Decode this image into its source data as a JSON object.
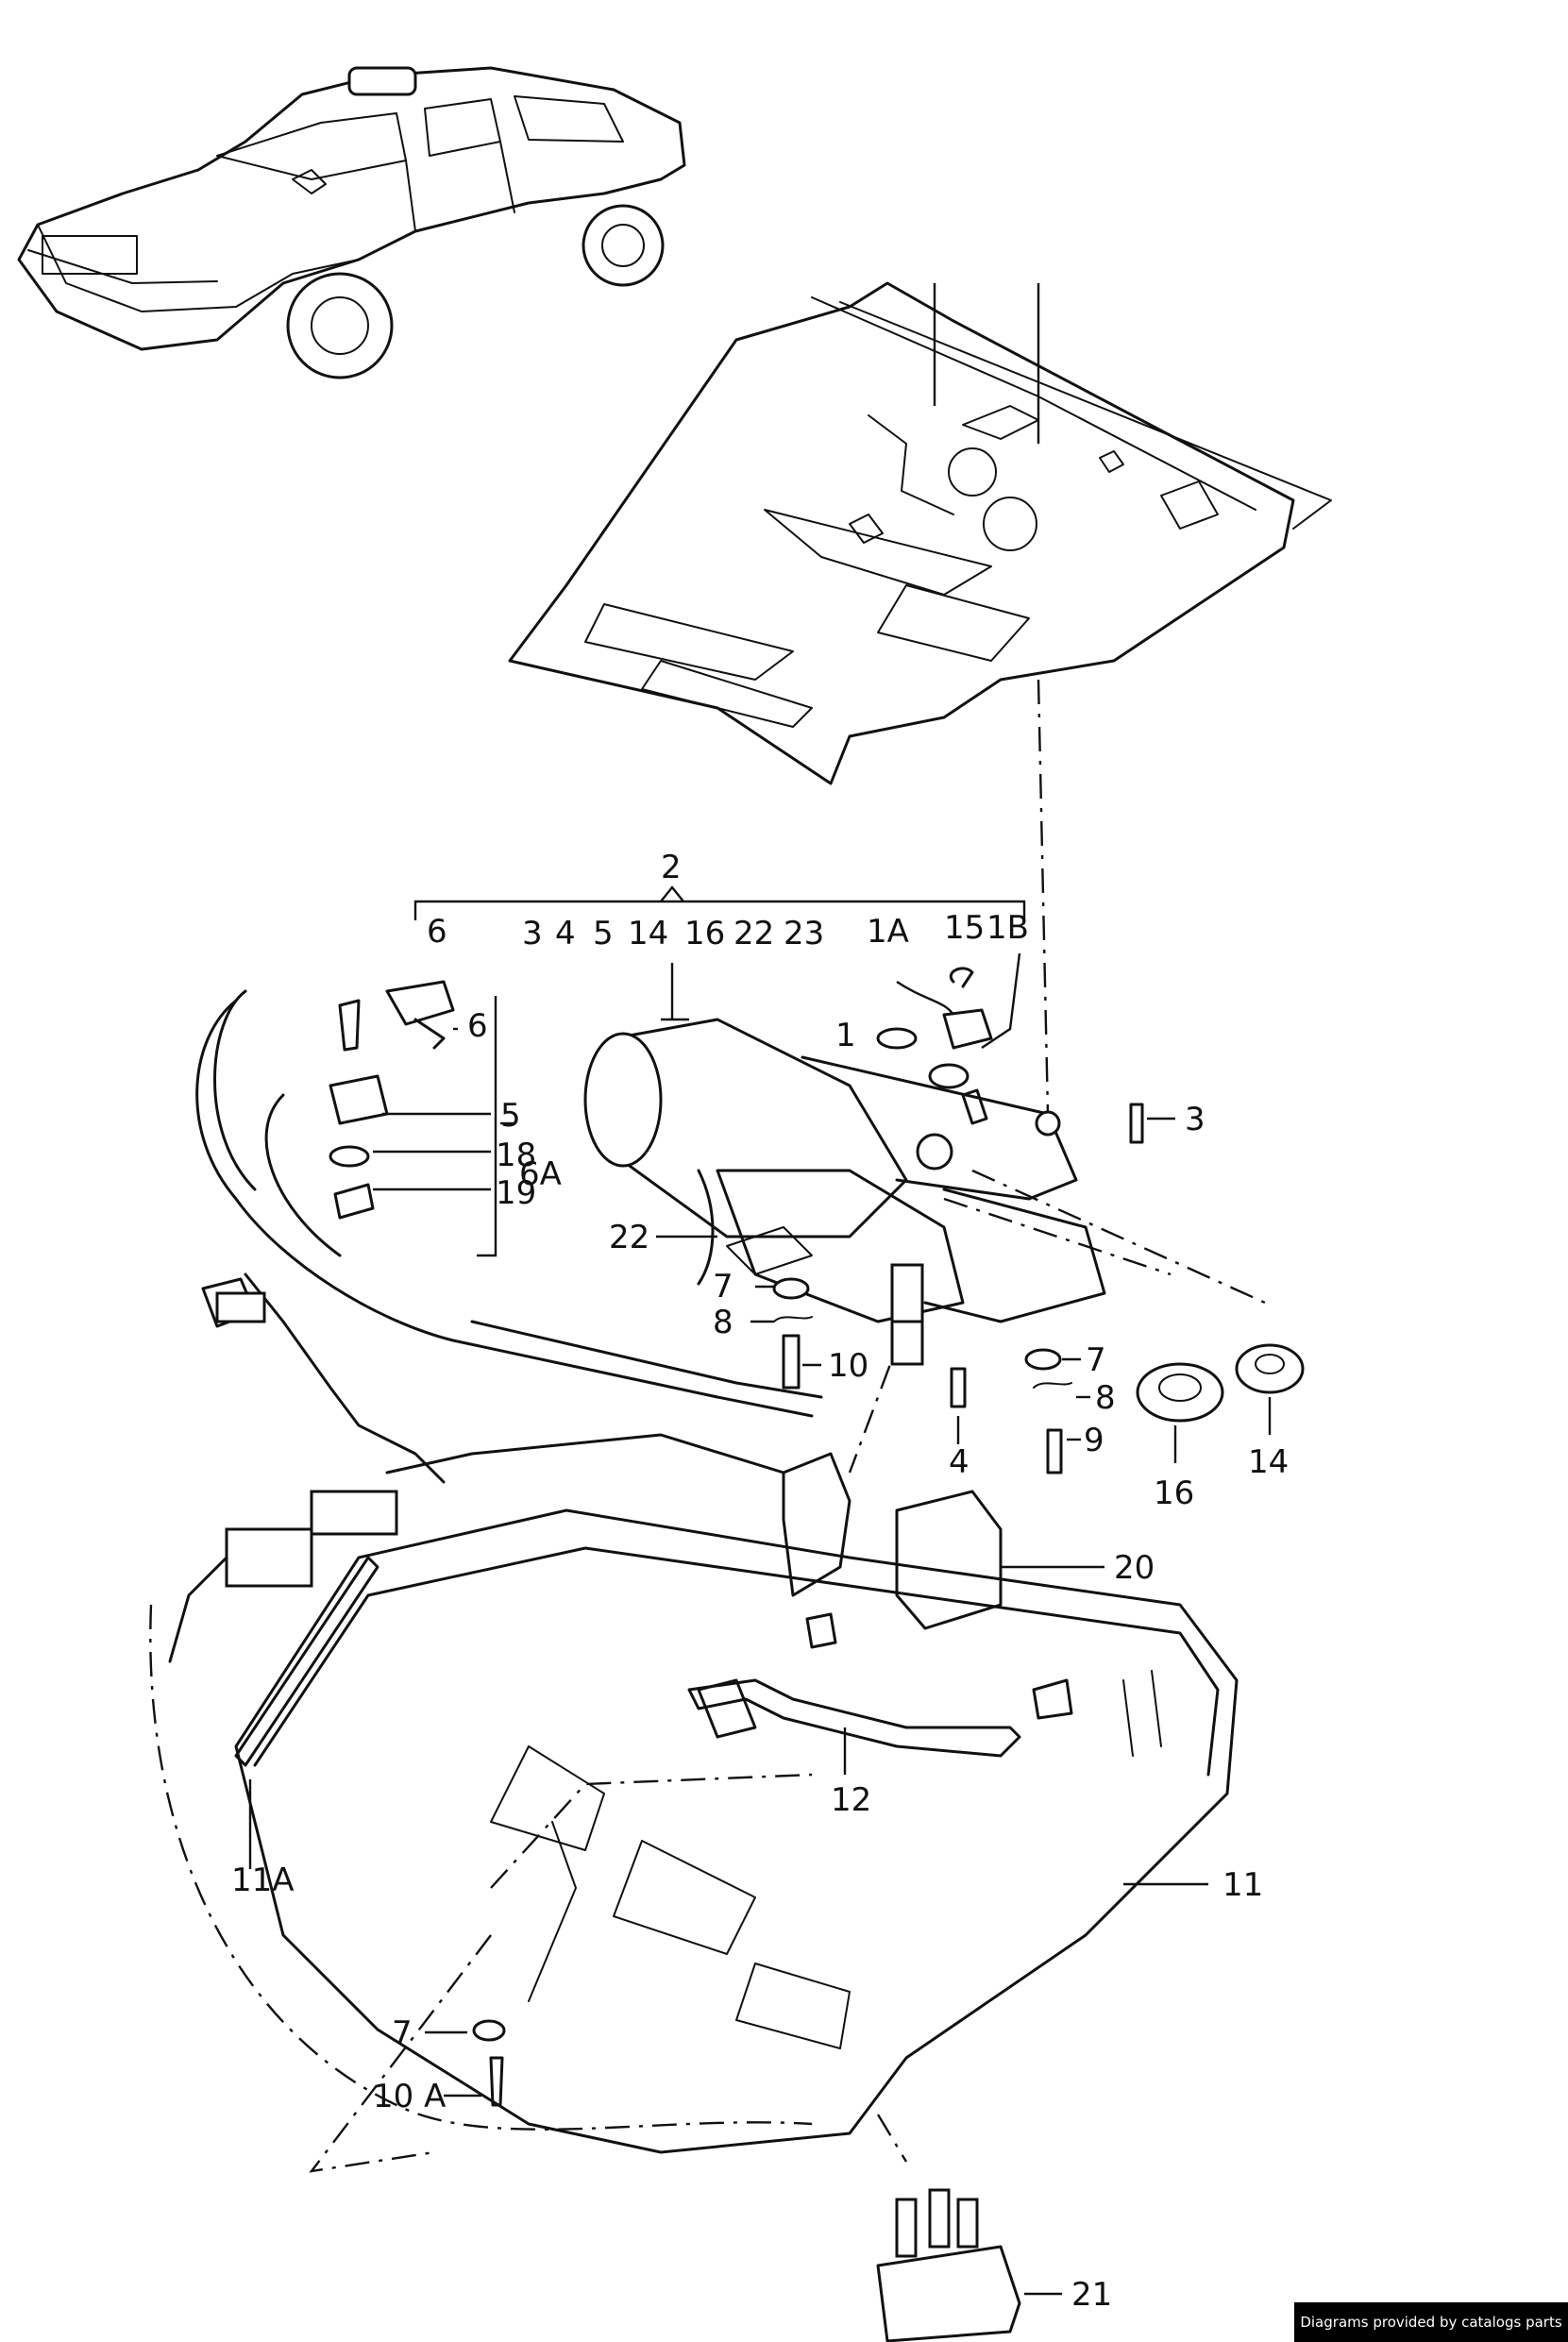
{
  "labels": {
    "l2": "2",
    "l3top": "3",
    "l4top": "4",
    "l5top": "5",
    "l14top": "14",
    "l16top": "16",
    "l22top": "22",
    "l23top": "23",
    "l1A": "1A",
    "l15": "15",
    "l1B": "1B",
    "l6a": "6",
    "l6b": "6",
    "l5": "5",
    "l18": "18",
    "l19": "19",
    "l6A": "6A",
    "l1": "1",
    "l3": "3",
    "l22": "22",
    "l7a": "7",
    "l8a": "8",
    "l10": "10",
    "l7b": "7",
    "l8b": "8",
    "l9": "9",
    "l4": "4",
    "l16": "16",
    "l14": "14",
    "l20": "20",
    "l12": "12",
    "l11A": "11A",
    "l11": "11",
    "l7c": "7",
    "l10A": "10 A",
    "l21": "21"
  },
  "credit": "Diagrams provided by catalogs parts"
}
